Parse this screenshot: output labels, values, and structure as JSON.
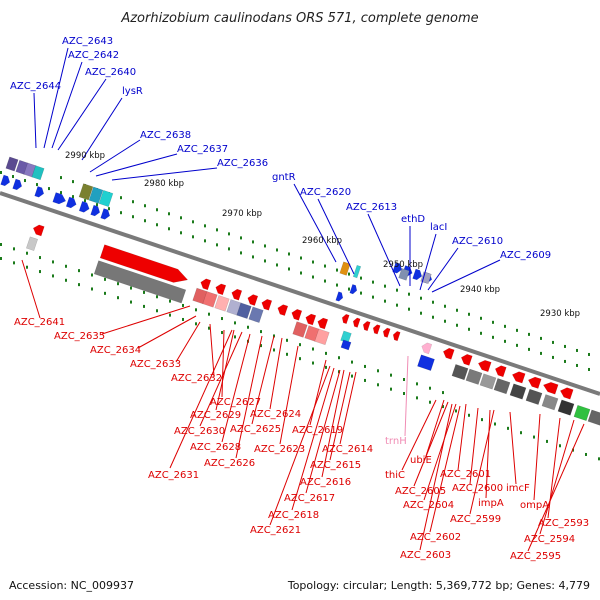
{
  "title": "Azorhizobium caulinodans ORS 571, complete genome",
  "footer": {
    "accession": "Accession: NC_009937",
    "summary": "Topology: circular; Length: 5,369,772 bp; Genes: 4,779"
  },
  "colors": {
    "forward_label": "#0000cc",
    "reverse_label": "#dd0000",
    "rna_label": "#f08cb4",
    "backbone": "#7a7a7a",
    "tick": "#1a7a1a"
  },
  "ruler": [
    "2990 kbp",
    "2980 kbp",
    "2970 kbp",
    "2960 kbp",
    "2950 kbp",
    "2940 kbp",
    "2930 kbp"
  ],
  "top_labels": [
    "AZC_2643",
    "AZC_2642",
    "AZC_2644",
    "AZC_2640",
    "lysR",
    "AZC_2638",
    "AZC_2637",
    "AZC_2636",
    "gntR",
    "AZC_2620",
    "AZC_2613",
    "ethD",
    "lacI",
    "AZC_2610",
    "AZC_2609"
  ],
  "bottom_labels": [
    "AZC_2641",
    "AZC_2635",
    "AZC_2634",
    "AZC_2633",
    "AZC_2632",
    "AZC_2627",
    "AZC_2629",
    "AZC_2630",
    "AZC_2628",
    "AZC_2626",
    "AZC_2625",
    "AZC_2624",
    "AZC_2623",
    "AZC_2619",
    "AZC_2614",
    "AZC_2615",
    "AZC_2616",
    "AZC_2617",
    "AZC_2618",
    "AZC_2621",
    "AZC_2631",
    "trnH",
    "thiC",
    "ubiE",
    "AZC_2605",
    "AZC_2604",
    "AZC_2601",
    "AZC_2600",
    "impA",
    "imcF",
    "ompA",
    "AZC_2599",
    "AZC_2602",
    "AZC_2603",
    "AZC_2593",
    "AZC_2594",
    "AZC_2595"
  ]
}
